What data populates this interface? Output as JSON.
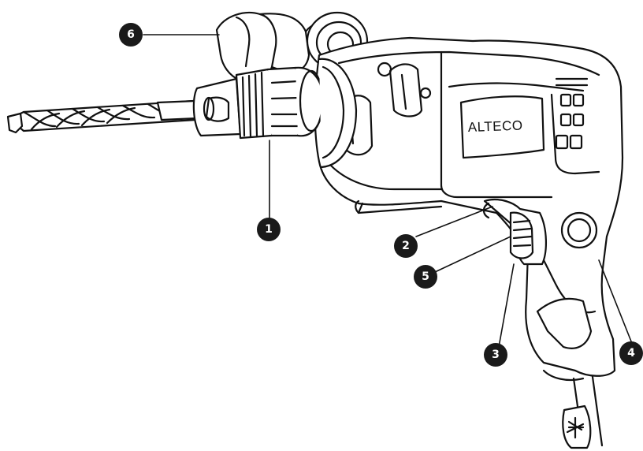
{
  "brand": {
    "text": "ALTECO"
  },
  "colors": {
    "line": "#111111",
    "callout_fill": "#1a1a1a",
    "callout_text": "#ffffff",
    "background": "#ffffff"
  },
  "callouts": [
    {
      "id": "callout-1",
      "label": "1"
    },
    {
      "id": "callout-2",
      "label": "2"
    },
    {
      "id": "callout-3",
      "label": "3"
    },
    {
      "id": "callout-4",
      "label": "4"
    },
    {
      "id": "callout-5",
      "label": "5"
    },
    {
      "id": "callout-6",
      "label": "6"
    }
  ]
}
